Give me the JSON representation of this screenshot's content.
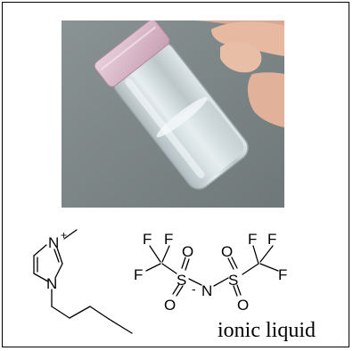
{
  "caption": "ionic liquid",
  "cation": {
    "name": "1-butyl-3-methylimidazolium",
    "labels": {
      "n_plus": "N",
      "charge": "+",
      "n_bottom": "N"
    }
  },
  "anion": {
    "name": "bis(trifluoromethylsulfonyl)imide",
    "labels": {
      "f1": "F",
      "f2": "F",
      "f3": "F",
      "o1": "O",
      "s1": "S",
      "o2": "O",
      "n": "N",
      "minus": "-",
      "o3": "O",
      "s2": "S",
      "o4": "O",
      "f4": "F",
      "f5": "F",
      "f6": "F"
    }
  },
  "colors": {
    "photo_background": "#7f8788",
    "vial_glass": "#c9d3d6",
    "cap": "#d9b8c8",
    "skin": "#e7b9a0",
    "text": "#000000"
  }
}
